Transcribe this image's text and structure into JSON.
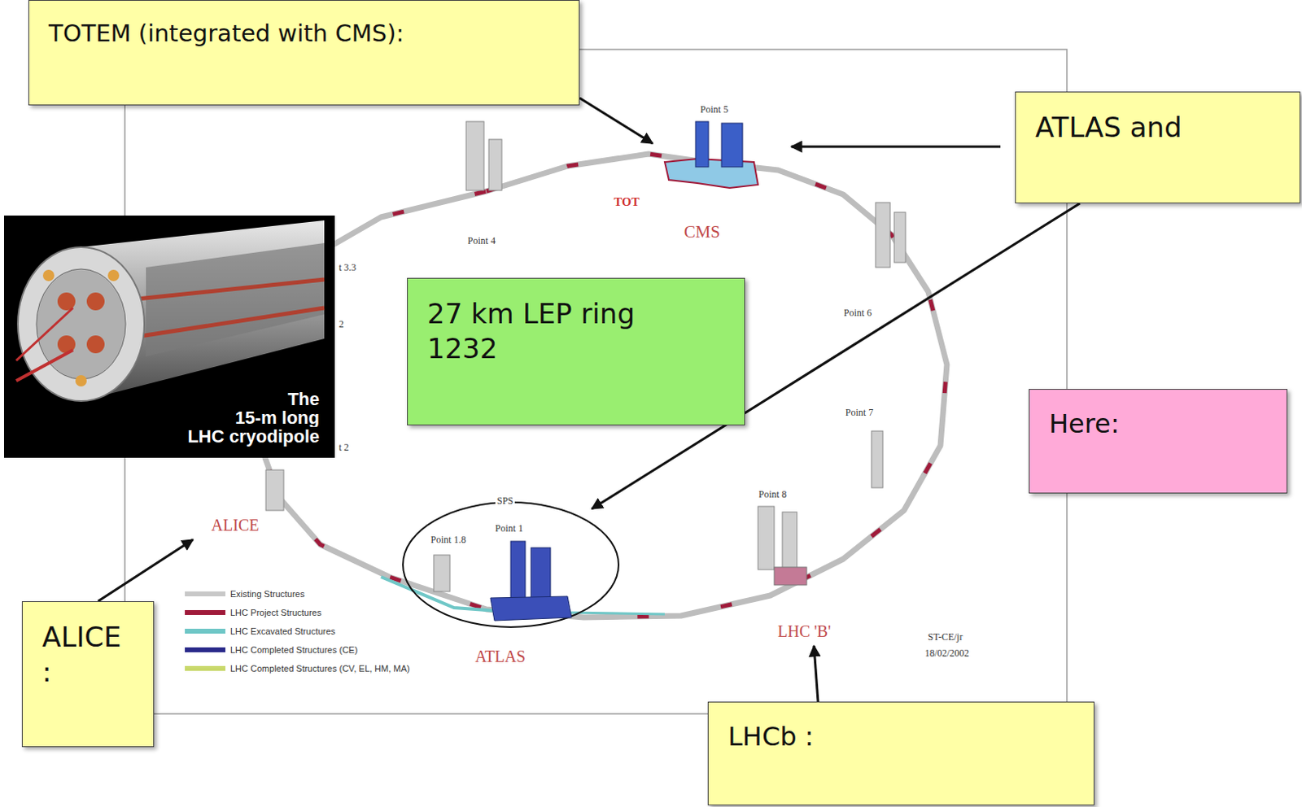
{
  "diagram": {
    "nodes": [
      {
        "text": [
          "TOTEM (integrated with CMS):"
        ]
      },
      {
        "text": [
          "ATLAS and"
        ]
      },
      {
        "text": [
          "27 km LEP ring",
          "1232"
        ]
      },
      {
        "text": [
          "Here:"
        ]
      },
      {
        "text": [
          "ALICE :"
        ]
      },
      {
        "text": [
          "LHCb :"
        ]
      }
    ],
    "labels": [
      "Point 5",
      "TOT",
      "CMS",
      "Point 4",
      "t 3.3",
      "2",
      "t 2",
      "The",
      "15-m long",
      "LHC cryodipole",
      "Point 6",
      "Point 7",
      "SPS",
      "Point 1.8",
      "Point 1",
      "Point 8",
      "ALICE",
      "ATLAS",
      "LHC 'B'",
      "ST-CE/jr",
      "18/02/2002"
    ],
    "legend": [
      {
        "text": "Existing Structures",
        "color": "#c8c8c8"
      },
      {
        "text": "LHC Project Structures",
        "color": "#a01a3a"
      },
      {
        "text": "LHC Excavated Structures",
        "color": "#6fc7c7"
      },
      {
        "text": "LHC Completed Structures (CE)",
        "color": "#2a2a8a"
      },
      {
        "text": "LHC Completed Structures (CV, EL, HM, MA)",
        "color": "#c8d86a"
      }
    ]
  }
}
